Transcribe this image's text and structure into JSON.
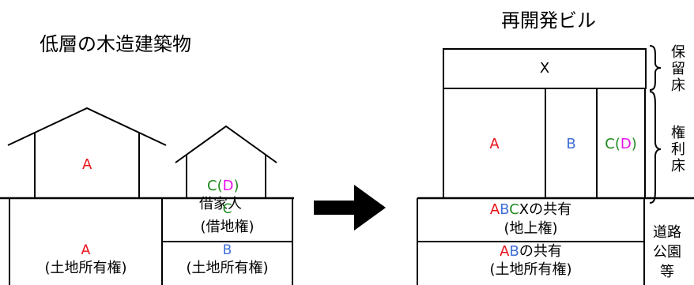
{
  "colors": {
    "red": "#e8121a",
    "blue": "#3f6fd8",
    "green": "#1e8a1e",
    "magenta": "#e814e8",
    "black": "#000000"
  },
  "left": {
    "title": "低層の木造建築物",
    "house_a": "A",
    "house_c": "C",
    "house_paren_open": "(",
    "house_d": "D",
    "house_paren_close": ")",
    "tenant": "借家人",
    "lot_a_letter": "A",
    "lot_a_right": "(土地所有権)",
    "lot_c_letter": "C",
    "lot_c_right": "(借地権)",
    "lot_b_letter": "B",
    "lot_b_right": "(土地所有権)"
  },
  "right": {
    "title": "再開発ビル",
    "x_unit": "X",
    "unit_a": "A",
    "unit_b": "B",
    "unit_c": "C",
    "unit_paren_open": "(",
    "unit_d": "D",
    "unit_paren_close": ")",
    "shared1_a": "A",
    "shared1_b": "B",
    "shared1_c": "C",
    "shared1_x": "X",
    "shared1_suffix": "の共有",
    "shared1_right": "(地上権)",
    "shared2_a": "A",
    "shared2_b": "B",
    "shared2_suffix": "の共有",
    "shared2_right": "(土地所有権)",
    "public_facilities": [
      "道路",
      "公園",
      "等"
    ],
    "reserved_floor": [
      "保",
      "留",
      "床"
    ],
    "rights_floor": [
      "権",
      "利",
      "床"
    ]
  }
}
